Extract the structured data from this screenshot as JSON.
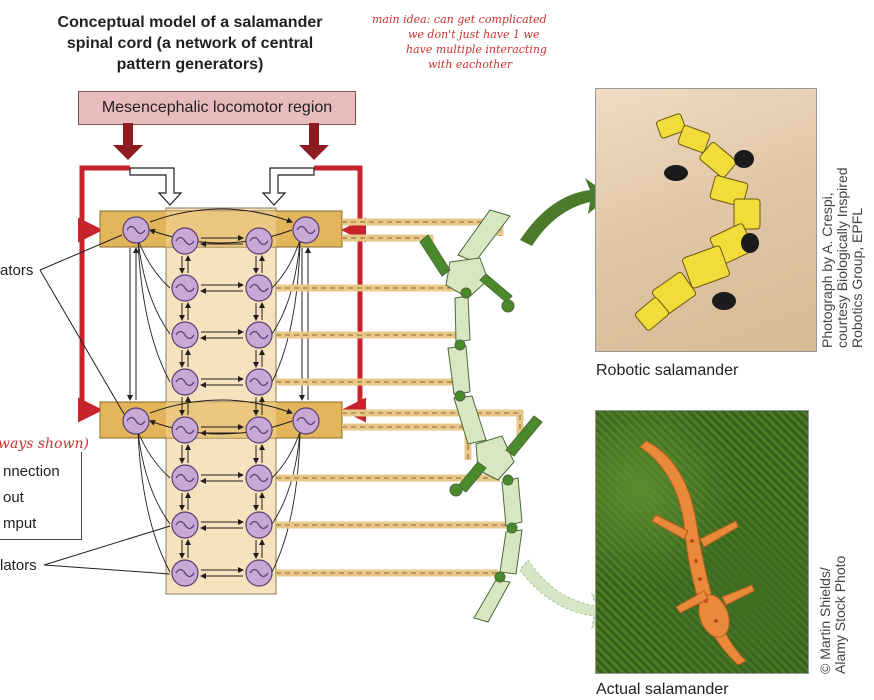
{
  "title": {
    "line1": "Conceptual model of a salamander",
    "line2": "spinal cord (a network of central",
    "line3": "pattern generators)"
  },
  "handwritten_note": {
    "line1": "main idea: can get complicated",
    "line2": "we don't just have 1 we",
    "line3": "have multiple interacting",
    "line4": "with eachother"
  },
  "mlr_label": "Mesencephalic locomotor region",
  "left_labels": {
    "oscillators_top": "ators",
    "oscillators_bottom": "lators"
  },
  "legend": {
    "note": "ways shown)",
    "row1": "nnection",
    "row2": "out",
    "row3": "mput"
  },
  "captions": {
    "robot": "Robotic salamander",
    "actual": "Actual salamander"
  },
  "credits": {
    "robot_line1": "Photograph by A. Crespi,",
    "robot_line2": "courtesy Biologically Inspired",
    "robot_line3": "Robotics Group, EPFL",
    "actual_line1": "© Martin Shields/",
    "actual_line2": "Alamy Stock Photo"
  },
  "colors": {
    "mlr_fill": "#e8bcbc",
    "descending_red": "#c8232c",
    "cord_fill": "#f6e2bd",
    "limb_box": "#e3b55a",
    "oscillator_fill": "#c8a9d6",
    "body_green": "#d8e7c2",
    "joint_green": "#4a8a2a",
    "arrow_green": "#4a7a2a",
    "note_red": "#c9332f"
  }
}
